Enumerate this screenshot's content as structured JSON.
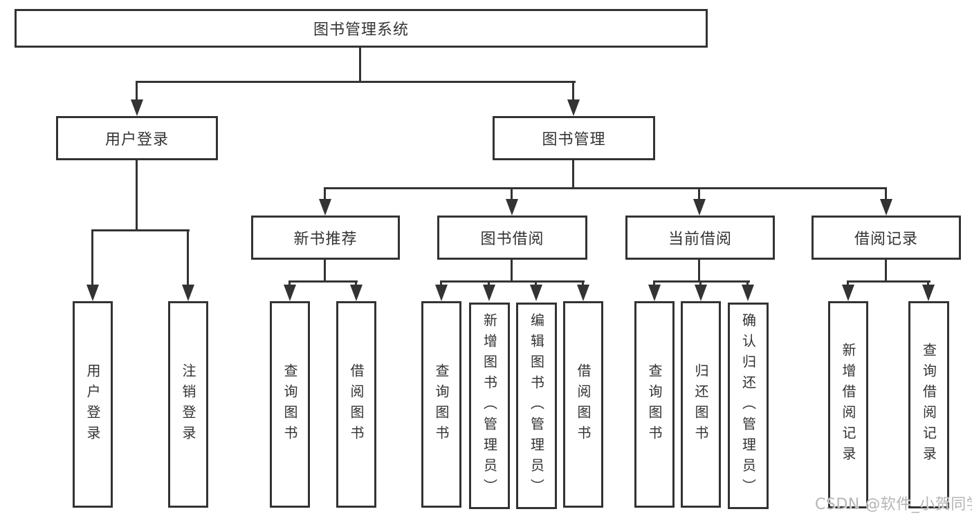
{
  "diagram": {
    "root": "图书管理系统",
    "level2": [
      "用户登录",
      "图书管理"
    ],
    "level3": [
      "新书推荐",
      "图书借阅",
      "当前借阅",
      "借阅记录"
    ],
    "leaves_user": [
      "用户登录",
      "注销登录"
    ],
    "leaves_recommend": [
      "查询图书",
      "借阅图书"
    ],
    "leaves_borrow": [
      "查询图书",
      "新增图书（管理员）",
      "编辑图书（管理员）",
      "借阅图书"
    ],
    "leaves_current": [
      "查询图书",
      "归还图书",
      "确认归还（管理员）"
    ],
    "leaves_records": [
      "新增借阅记录",
      "查询借阅记录"
    ]
  },
  "colors": {
    "line": "#333333",
    "box_border": "#333333",
    "box_background": "#ffffff",
    "text": "#333333",
    "watermark": "#b5b5b5",
    "canvas_background": "#ffffff"
  },
  "watermark": "CSDN @软件_小贺同学"
}
